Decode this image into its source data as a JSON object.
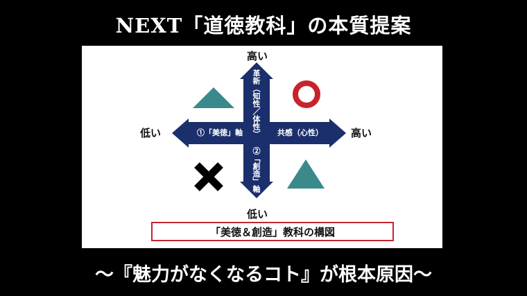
{
  "title": "NEXT「道徳教科」の本質提案",
  "diagram": {
    "top_label": "高い",
    "bottom_label": "低い",
    "left_label": "低い",
    "right_label": "高い",
    "vertical_axis_upper": "革新（知性／体性）",
    "vertical_axis_lower": "②「創造」軸",
    "horizontal_axis_left": "①「美徳」軸",
    "horizontal_axis_right": "共感（心性）",
    "caption": "「美徳＆創造」教科の構図",
    "quadrant_symbols": {
      "top_left": "triangle-icon",
      "top_right": "circle-icon",
      "bottom_left": "cross-icon",
      "bottom_right": "triangle-icon"
    },
    "colors": {
      "arrow": "#1a2f6b",
      "triangle": "#3a8a8c",
      "circle": "#c8232c",
      "cross": "#000000",
      "caption_border": "#c0272d"
    }
  },
  "footer": "～『魅力がなくなるコト』が根本原因～"
}
